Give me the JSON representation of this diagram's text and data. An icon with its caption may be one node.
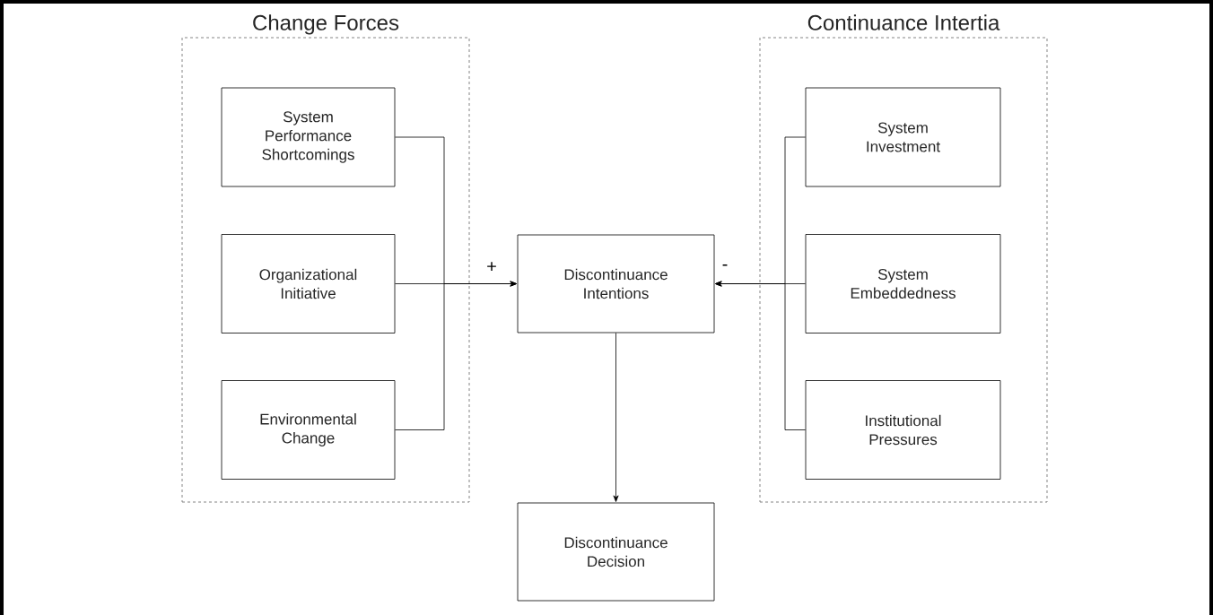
{
  "diagram": {
    "nodes": [
      {
        "text": [
          "Change Forces"
        ]
      },
      {
        "text": [
          "System Performance Shortcomings"
        ],
        "in": 0
      },
      {
        "text": [
          "Organizational Initiative"
        ],
        "in": 0
      },
      {
        "text": [
          "Environmental Change"
        ],
        "in": 0
      },
      {
        "text": [
          "Continuance Intertia"
        ]
      },
      {
        "text": [
          "System Investment"
        ],
        "in": 4
      },
      {
        "text": [
          "System Embeddedness"
        ],
        "in": 4
      },
      {
        "text": [
          "Institutional Pressures"
        ],
        "in": 4
      },
      {
        "text": [
          "Discontinuance Intentions"
        ]
      },
      {
        "text": [
          "Discontinuance Decision"
        ]
      }
    ],
    "edges": [
      {
        "from": 1,
        "to": 8,
        "arrow": "to"
      },
      {
        "from": 2,
        "to": 8,
        "arrow": "to",
        "label": "+"
      },
      {
        "from": 3,
        "to": 8,
        "arrow": "to"
      },
      {
        "from": 5,
        "to": 8,
        "arrow": "to"
      },
      {
        "from": 6,
        "to": 8,
        "arrow": "to",
        "label": "-"
      },
      {
        "from": 7,
        "to": 8,
        "arrow": "to"
      },
      {
        "from": 8,
        "to": 9,
        "arrow": "to"
      }
    ]
  }
}
